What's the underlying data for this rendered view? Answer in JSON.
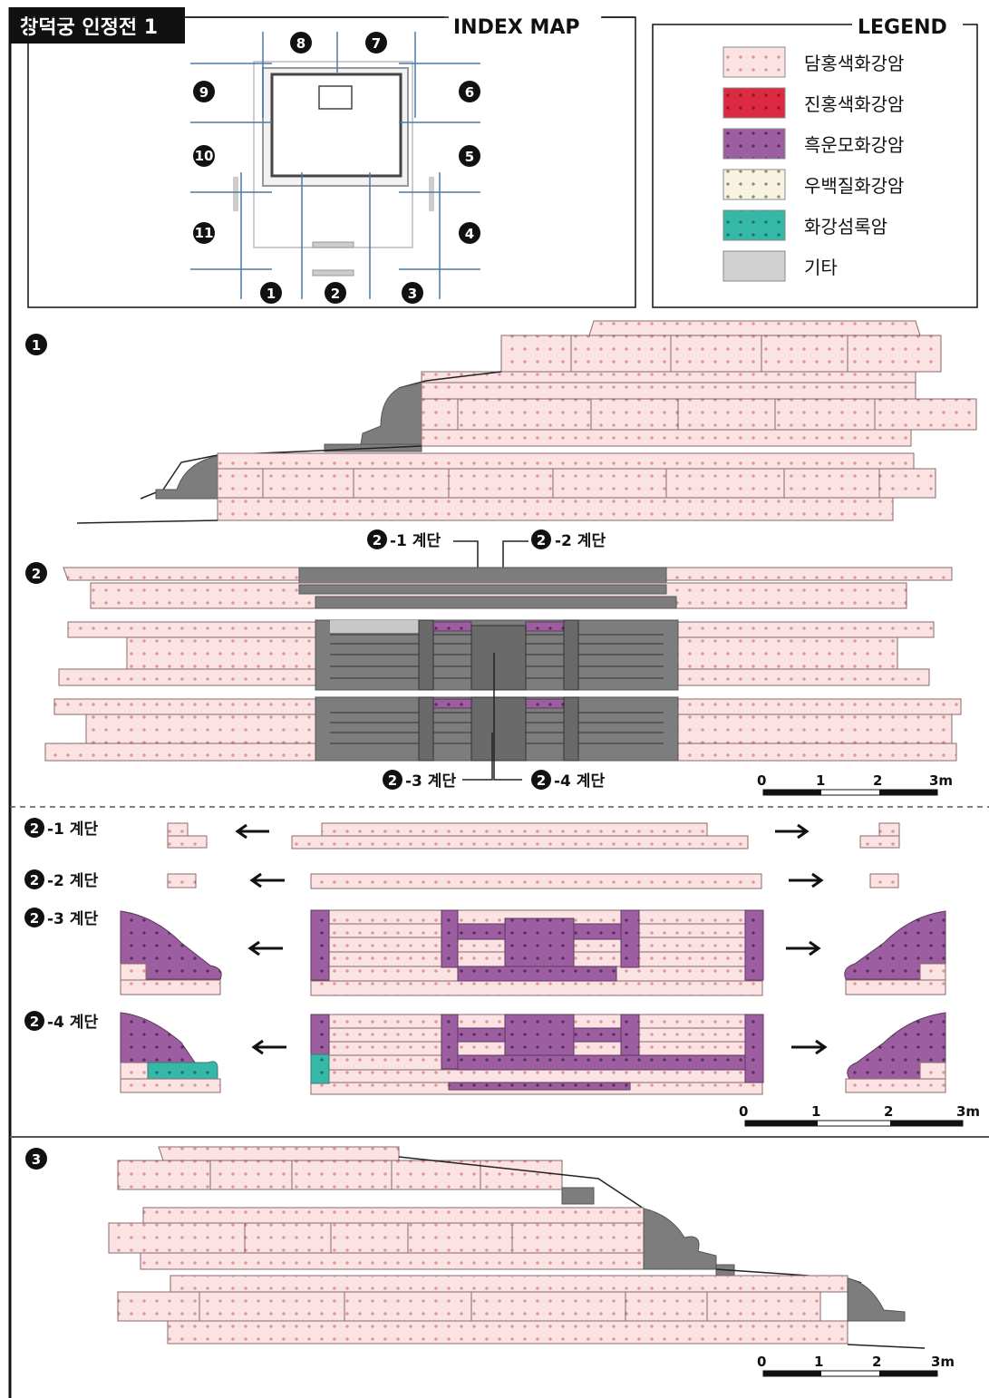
{
  "title": "창덕궁 인정전 1",
  "index_map": {
    "title": "INDEX MAP",
    "markers": [
      "8",
      "7",
      "9",
      "6",
      "10",
      "5",
      "11",
      "4",
      "1",
      "2",
      "3"
    ]
  },
  "legend": {
    "title": "LEGEND",
    "items": [
      {
        "label": "담홍색화강암",
        "color": "#f9dfe0"
      },
      {
        "label": "진홍색화강암",
        "color": "#d8253f"
      },
      {
        "label": "흑운모화강암",
        "color": "#9a5f9e"
      },
      {
        "label": "우백질화강암",
        "color": "#f5f1de"
      },
      {
        "label": "화강섬록암",
        "color": "#35b9aa"
      },
      {
        "label": "기타",
        "color": "#d0d0d0"
      }
    ]
  },
  "sections": {
    "s1": "1",
    "s2": "2",
    "s3": "3"
  },
  "stairs": {
    "c21": "-1 계단",
    "c22": "-2 계단",
    "c23": "-3 계단",
    "c24": "-4 계단",
    "num": "2"
  },
  "scale": {
    "t0": "0",
    "t1": "1",
    "t2": "2",
    "t3": "3m"
  }
}
